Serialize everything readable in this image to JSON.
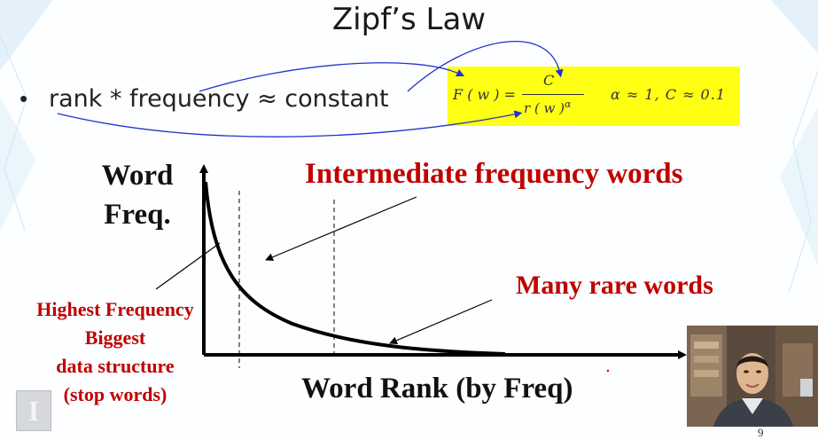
{
  "slide": {
    "title": "Zipf’s Law",
    "bullet_marker": "•",
    "bullet_text": "rank * frequency ≈ constant",
    "formula": {
      "lhs": "F ( w ) =",
      "numerator": "C",
      "denominator": "r ( w )",
      "exponent": "α",
      "condition": "α ≈ 1, C ≈ 0.1"
    },
    "diagram": {
      "y_axis_label_line1": "Word",
      "y_axis_label_line2": "Freq.",
      "x_axis_label": "Word Rank (by Freq)",
      "intermediate_label": "Intermediate frequency words",
      "rare_label": "Many rare words",
      "highest_lines": [
        "Highest Frequency",
        "Biggest",
        "data structure",
        "(stop words)"
      ]
    },
    "page_number": "9"
  },
  "colors": {
    "annotation_red": "#c00000",
    "formula_highlight": "#ffff14",
    "arrow_blue": "#2233cc"
  },
  "icons": {
    "logo": "university-logo-icon",
    "webcam": "presenter-webcam-icon"
  }
}
